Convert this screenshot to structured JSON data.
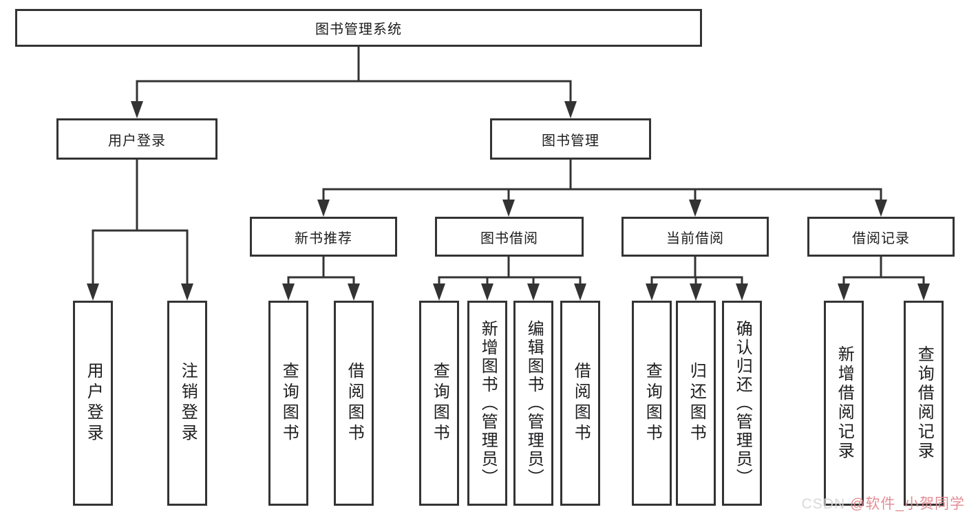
{
  "tree": {
    "root": "图书管理系统",
    "login": {
      "label": "用户登录",
      "children": [
        "用户登录",
        "注销登录"
      ]
    },
    "mgmt": {
      "label": "图书管理",
      "groups": [
        {
          "label": "新书推荐",
          "children": [
            "查询图书",
            "借阅图书"
          ]
        },
        {
          "label": "图书借阅",
          "children": [
            "查询图书",
            "新增图书（管理员）",
            "编辑图书（管理员）",
            "借阅图书"
          ]
        },
        {
          "label": "当前借阅",
          "children": [
            "查询图书",
            "归还图书",
            "确认归还（管理员）"
          ]
        },
        {
          "label": "借阅记录",
          "children": [
            "新增借阅记录",
            "查询借阅记录"
          ]
        }
      ]
    }
  },
  "watermark": {
    "brand": "CSDN",
    "handle": "@软件_小贺同学"
  },
  "colors": {
    "line": "#333333",
    "text": "#1d1d1f",
    "background": "#ffffff",
    "watermark_brand": "#d6d6d6",
    "watermark_handle": "#e2898f"
  }
}
